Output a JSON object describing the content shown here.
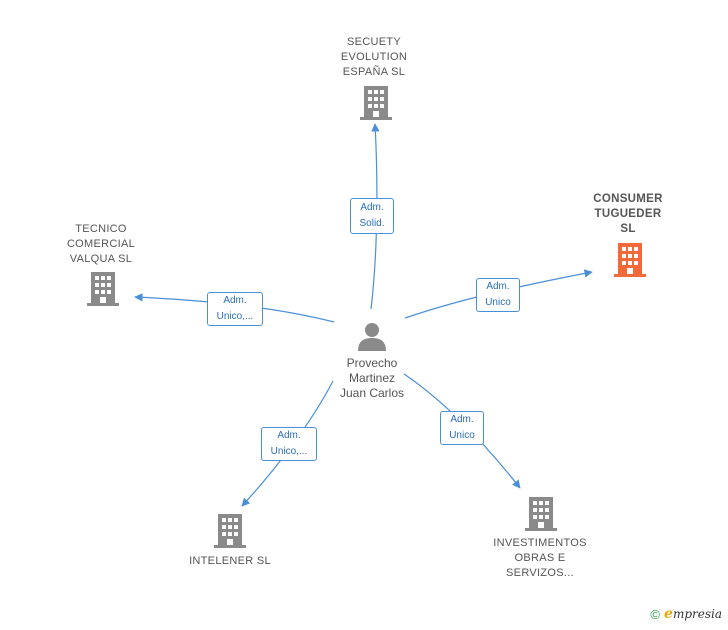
{
  "center": {
    "label": "Provecho\nMartinez\nJuan Carlos"
  },
  "nodes": {
    "secuety": {
      "label": "SECUETY\nEVOLUTION\nESPAÑA  SL"
    },
    "consumer": {
      "label": "CONSUMER\nTUGUEDER\nSL"
    },
    "tecnico": {
      "label": "TECNICO\nCOMERCIAL\nVALQUA  SL"
    },
    "intelener": {
      "label": "INTELENER SL"
    },
    "investimentos": {
      "label": "INVESTIMENTOS\nOBRAS E\nSERVIZOS..."
    }
  },
  "edges": {
    "secuety": {
      "label": "Adm.\nSolid."
    },
    "consumer": {
      "label": "Adm.\nUnico"
    },
    "tecnico": {
      "label": "Adm.\nUnico,..."
    },
    "intelener": {
      "label": "Adm.\nUnico,..."
    },
    "investimentos": {
      "label": "Adm.\nUnico"
    }
  },
  "colors": {
    "edge": "#4a90d9",
    "building": "#8a8a8a",
    "building_highlight": "#f26a3a",
    "person": "#8a8a8a"
  },
  "footer": {
    "copyright": "©",
    "brand_e": "e",
    "brand_rest": "mpresia"
  }
}
